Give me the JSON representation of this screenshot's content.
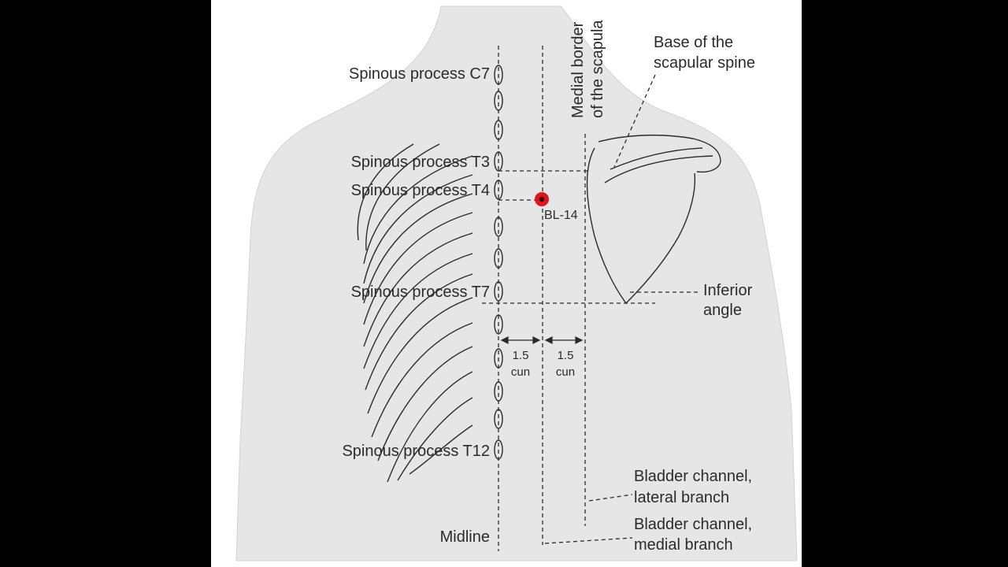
{
  "colors": {
    "background": "#000000",
    "panel": "#ffffff",
    "skin": "#e6e6e6",
    "line": "#2b2b2b",
    "acupoint": "#e0151b"
  },
  "labels": {
    "c7": "Spinous process C7",
    "t3": "Spinous process T3",
    "t4": "Spinous process T4",
    "t7": "Spinous process T7",
    "t12": "Spinous process T12",
    "midline": "Midline",
    "medial_border_line1": "Medial border",
    "medial_border_line2": "of the scapula",
    "base_spine_line1": "Base of the",
    "base_spine_line2": "scapular spine",
    "inferior_line1": "Inferior",
    "inferior_line2": "angle",
    "bladder_lateral_line1": "Bladder channel,",
    "bladder_lateral_line2": "lateral branch",
    "bladder_medial_line1": "Bladder channel,",
    "bladder_medial_line2": "medial branch",
    "measure_left_num": "1.5",
    "measure_left_unit": "cun",
    "measure_right_num": "1.5",
    "measure_right_unit": "cun",
    "acupoint": "BL-14"
  }
}
